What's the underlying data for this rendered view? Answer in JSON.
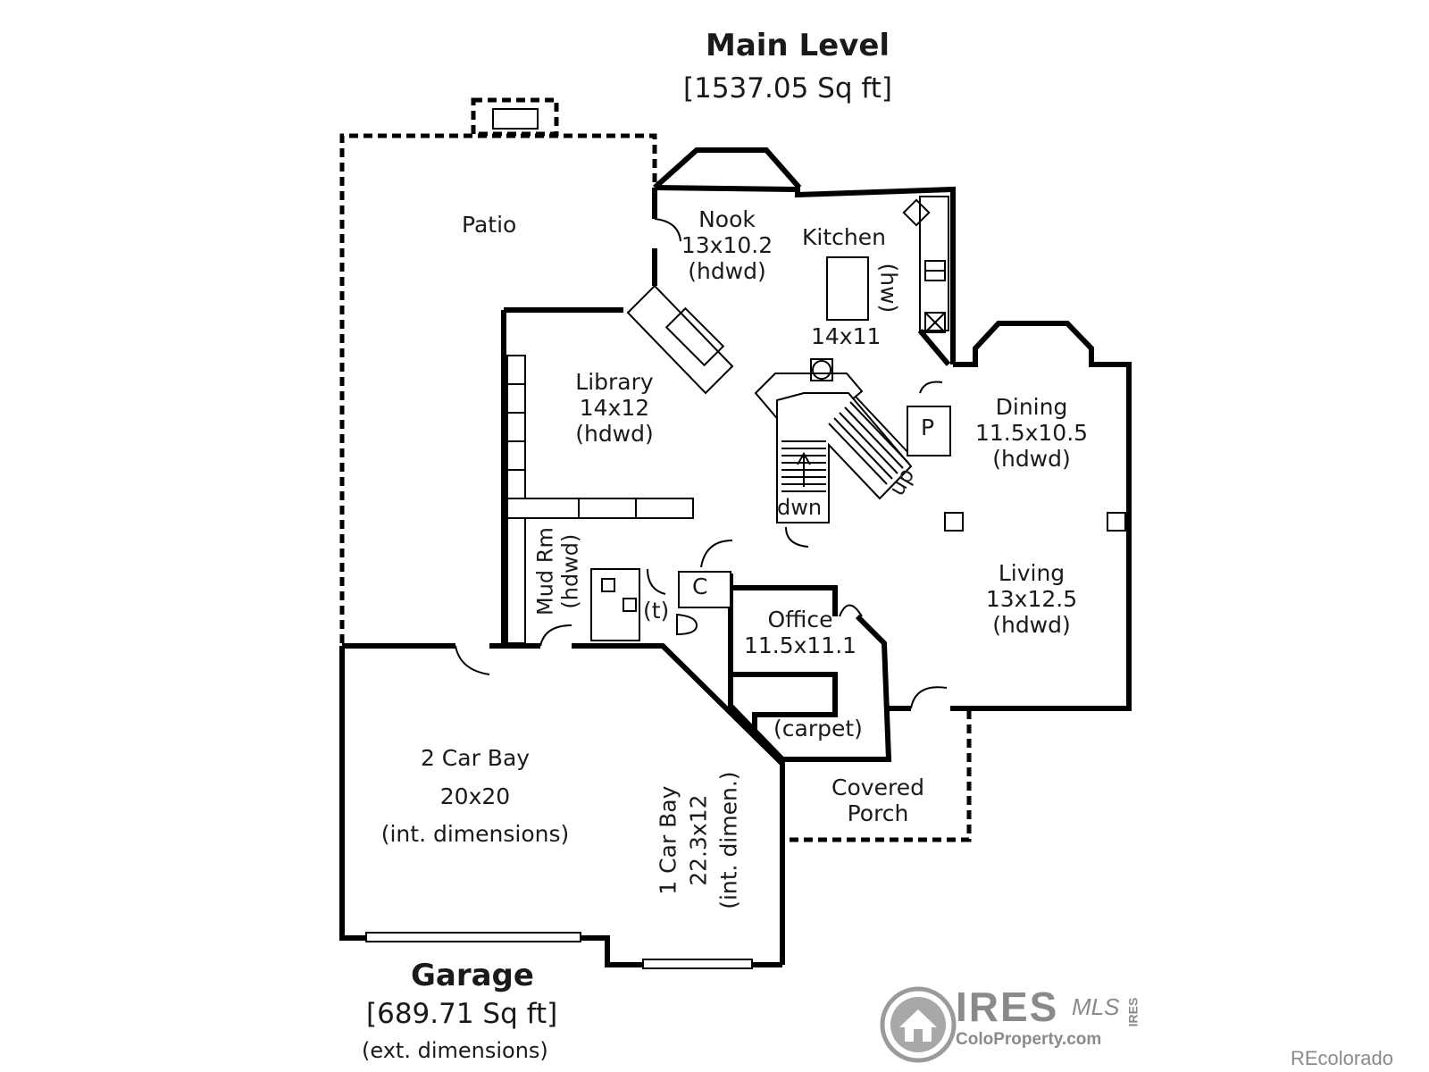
{
  "main_level": {
    "title": "Main Level",
    "area": "[1537.05 Sq ft]"
  },
  "rooms": {
    "patio": "Patio",
    "nook": {
      "name": "Nook",
      "dims": "13x10.2",
      "floor": "(hdwd)"
    },
    "kitchen": {
      "name": "Kitchen",
      "dims": "14x11",
      "floor": "(hw)"
    },
    "library": {
      "name": "Library",
      "dims": "14x12",
      "floor": "(hdwd)"
    },
    "dining": {
      "name": "Dining",
      "dims": "11.5x10.5",
      "floor": "(hdwd)"
    },
    "living": {
      "name": "Living",
      "dims": "13x12.5",
      "floor": "(hdwd)"
    },
    "office": {
      "name": "Office",
      "dims": "11.5x11.1",
      "floor": "(carpet)"
    },
    "mudroom": {
      "name": "Mud Rm",
      "floor": "(hdwd)"
    },
    "pantry": "P",
    "closet": "C",
    "toilet": "(t)",
    "stairs_up": "up",
    "stairs_down": "dwn",
    "porch": {
      "line1": "Covered",
      "line2": "Porch"
    },
    "two_car": {
      "name": "2 Car Bay",
      "dims": "20x20",
      "note": "(int. dimensions)"
    },
    "one_car": {
      "name": "1 Car Bay",
      "dims": "22.3x12",
      "note": "(int. dimen.)"
    }
  },
  "garage": {
    "title": "Garage",
    "area": "[689.71 Sq ft]",
    "note": "(ext. dimensions)"
  },
  "branding": {
    "ires": "IRES",
    "mls": "MLS",
    "site": "ColoProperty.com",
    "side": "IRES",
    "watermark": "REcolorado"
  }
}
